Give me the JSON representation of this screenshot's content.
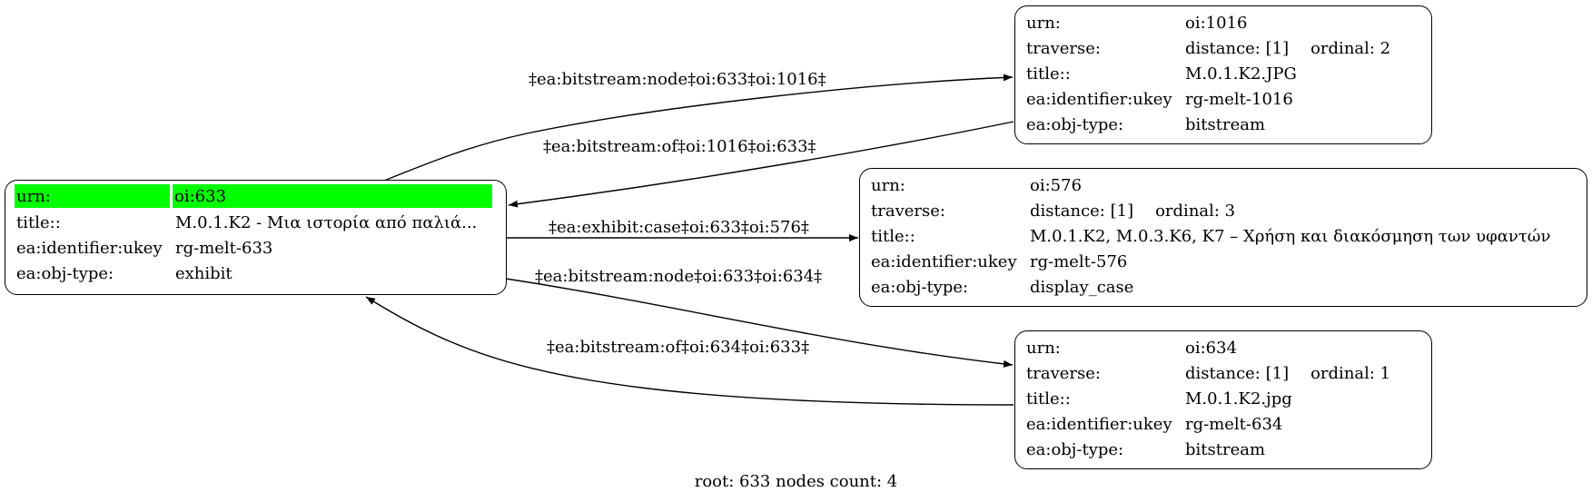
{
  "nodes": {
    "n633": {
      "rows": [
        {
          "key": "urn:",
          "value": "oi:633"
        },
        {
          "key": "title::",
          "value": "M.0.1.K2 - Μια ιστορία από παλιά..."
        },
        {
          "key": "ea:identifier:ukey",
          "value": "rg-melt-633"
        },
        {
          "key": "ea:obj-type:",
          "value": "exhibit"
        }
      ],
      "highlight_color": "#00ff00"
    },
    "n1016": {
      "rows": [
        {
          "key": "urn:",
          "value": "oi:1016"
        },
        {
          "key": "traverse:",
          "value": "distance: [1]",
          "extra": "ordinal: 2"
        },
        {
          "key": "title::",
          "value": "M.0.1.K2.JPG"
        },
        {
          "key": "ea:identifier:ukey",
          "value": "rg-melt-1016"
        },
        {
          "key": "ea:obj-type:",
          "value": "bitstream"
        }
      ]
    },
    "n576": {
      "rows": [
        {
          "key": "urn:",
          "value": "oi:576"
        },
        {
          "key": "traverse:",
          "value": "distance: [1]",
          "extra": "ordinal: 3"
        },
        {
          "key": "title::",
          "value": "M.0.1.K2, M.0.3.K6, K7 – Χρήση και διακόσμηση των υφαντών"
        },
        {
          "key": "ea:identifier:ukey",
          "value": "rg-melt-576"
        },
        {
          "key": "ea:obj-type:",
          "value": "display_case"
        }
      ]
    },
    "n634": {
      "rows": [
        {
          "key": "urn:",
          "value": "oi:634"
        },
        {
          "key": "traverse:",
          "value": "distance: [1]",
          "extra": "ordinal: 1"
        },
        {
          "key": "title::",
          "value": "M.0.1.K2.jpg"
        },
        {
          "key": "ea:identifier:ukey",
          "value": "rg-melt-634"
        },
        {
          "key": "ea:obj-type:",
          "value": "bitstream"
        }
      ]
    }
  },
  "edges": [
    {
      "label": "‡ea:bitstream:node‡oi:633‡oi:1016‡",
      "from": "oi:633",
      "to": "oi:1016"
    },
    {
      "label": "‡ea:bitstream:of‡oi:1016‡oi:633‡",
      "from": "oi:1016",
      "to": "oi:633"
    },
    {
      "label": "‡ea:exhibit:case‡oi:633‡oi:576‡",
      "from": "oi:633",
      "to": "oi:576"
    },
    {
      "label": "‡ea:bitstream:node‡oi:633‡oi:634‡",
      "from": "oi:633",
      "to": "oi:634"
    },
    {
      "label": "‡ea:bitstream:of‡oi:634‡oi:633‡",
      "from": "oi:634",
      "to": "oi:633"
    }
  ],
  "footer": "root: 633 nodes count: 4"
}
